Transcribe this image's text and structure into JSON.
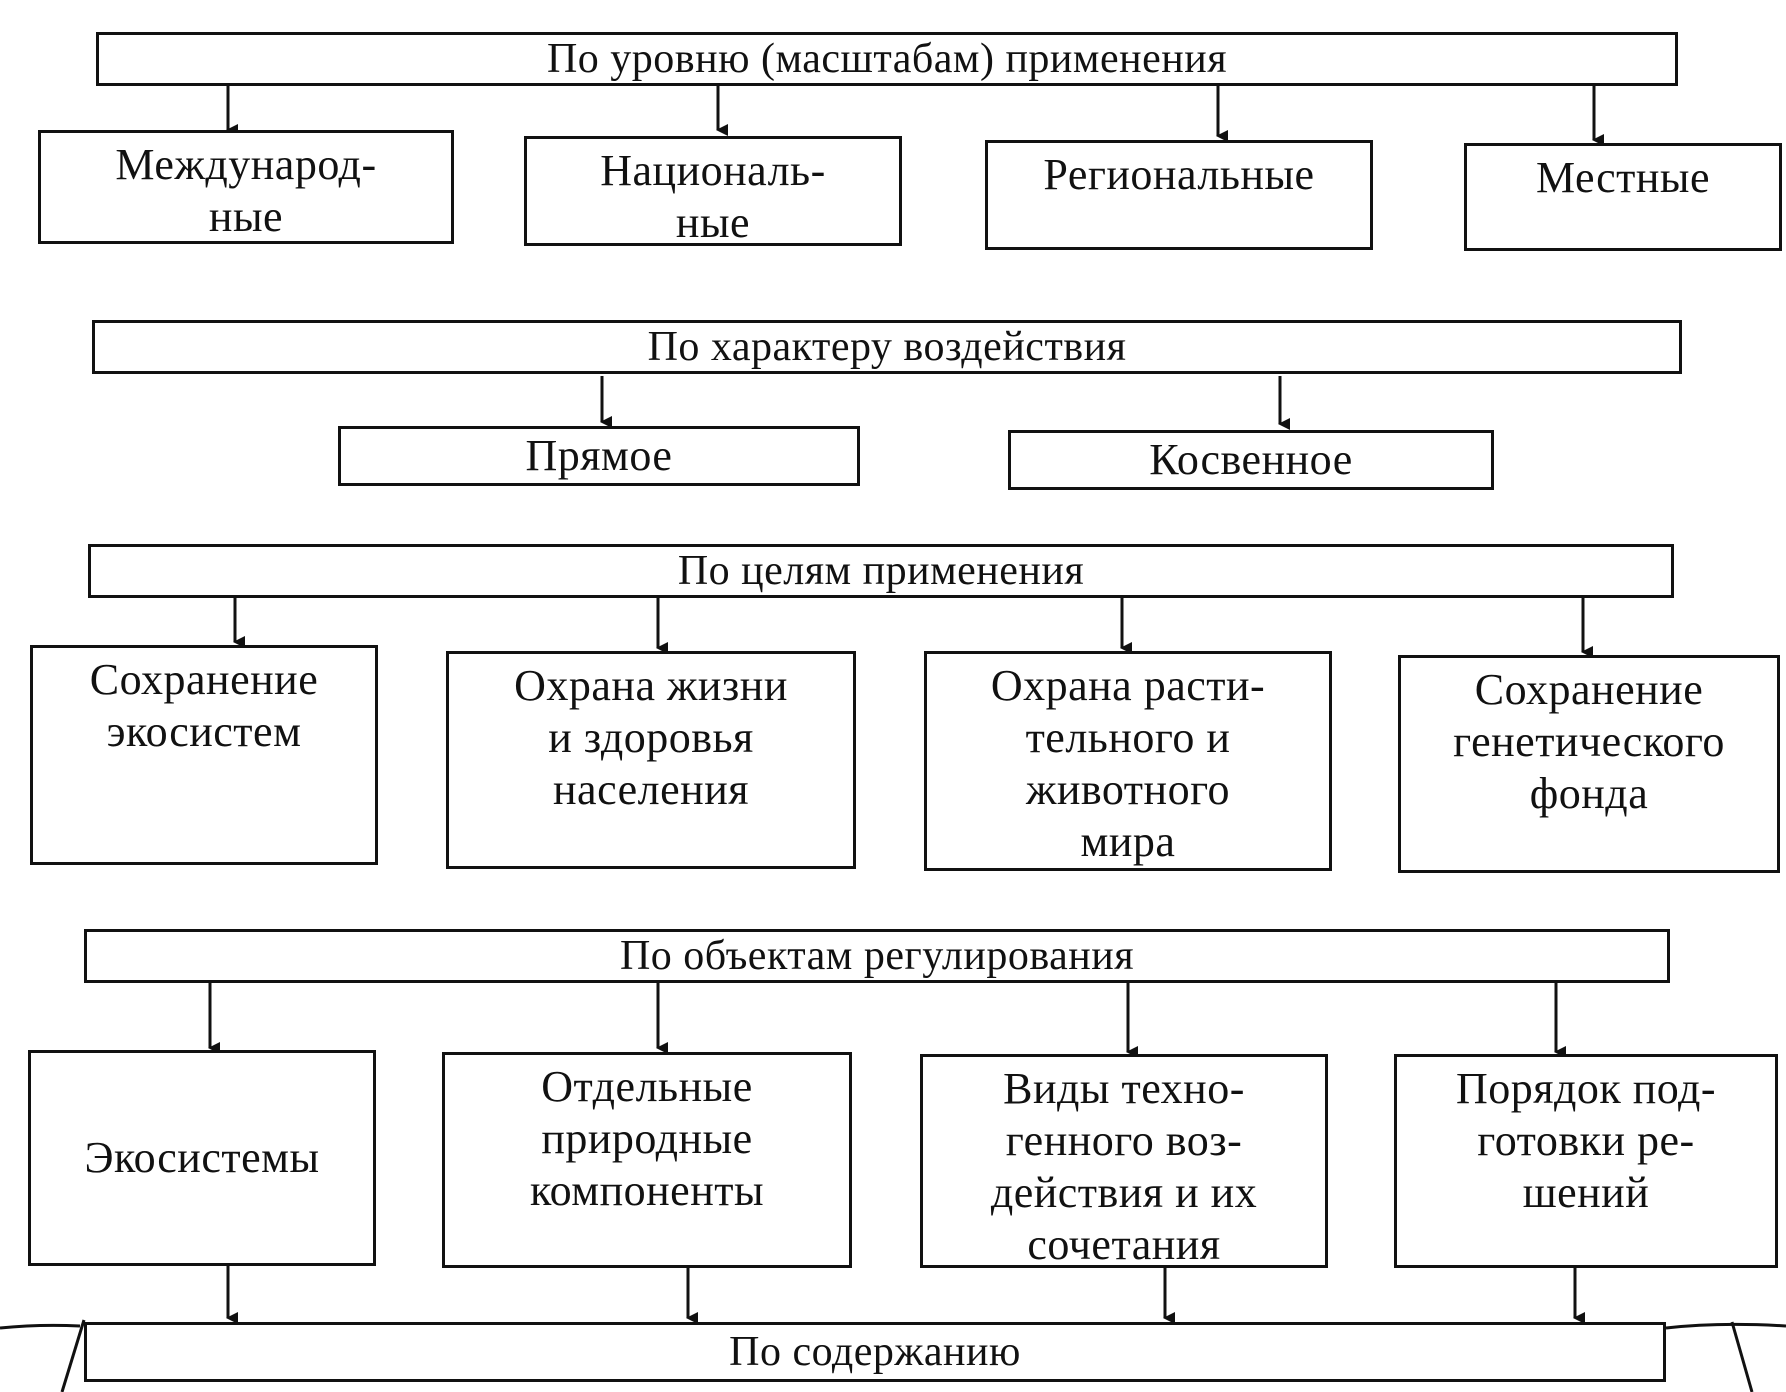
{
  "diagram": {
    "sections": [
      {
        "header": "По уровню (масштабам) применения",
        "items": [
          "Международ-\nные",
          "Националь-\nные",
          "Региональные",
          "Местные"
        ]
      },
      {
        "header": "По характеру воздействия",
        "items": [
          "Прямое",
          "Косвенное"
        ]
      },
      {
        "header": "По целям применения",
        "items": [
          "Сохранение\nэкосистем",
          "Охрана жизни\nи здоровья\nнаселения",
          "Охрана расти-\nтельного и\nживотного\nмира",
          "Сохранение\nгенетического\nфонда"
        ]
      },
      {
        "header": "По объектам регулирования",
        "items": [
          "Экосистемы",
          "Отдельные\nприродные\nкомпоненты",
          "Виды техно-\nгенного воз-\nдействия и их\nсочетания",
          "Порядок под-\nготовки ре-\nшений"
        ]
      },
      {
        "header": "По содержанию",
        "items": []
      }
    ]
  },
  "colors": {
    "line": "#111111",
    "background": "#ffffff"
  }
}
